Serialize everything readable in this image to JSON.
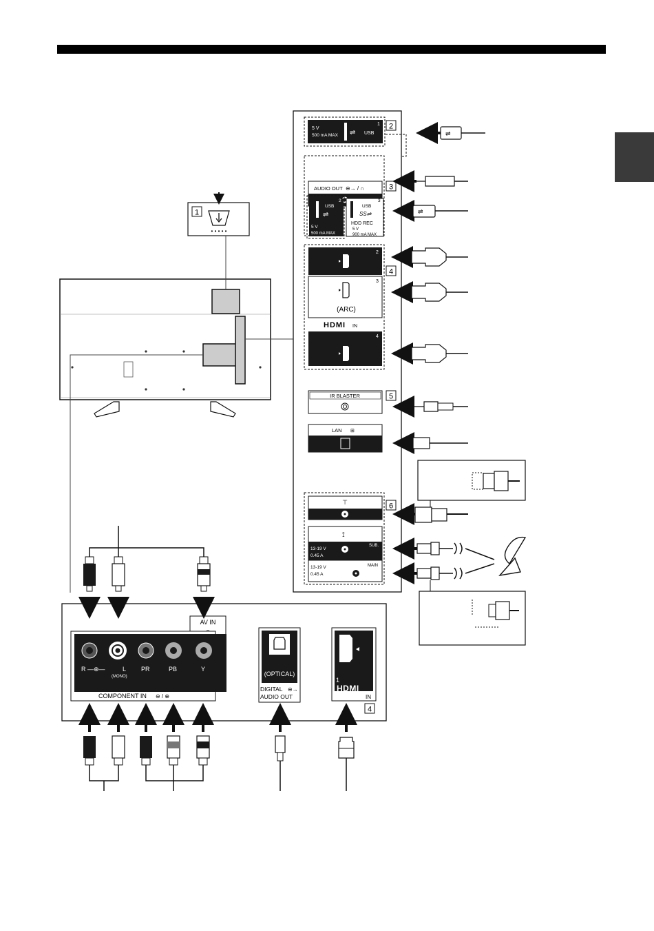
{
  "side_tab": {
    "color": "#3a3a3a"
  },
  "callouts": {
    "c1": "1",
    "c2": "2",
    "c3": "3",
    "c4": "4",
    "c5": "5",
    "c6": "6",
    "c4b": "4"
  },
  "usb1": {
    "voltage": "5 V",
    "current": "500 mA MAX",
    "label": "USB",
    "num": "1"
  },
  "audio_out": {
    "label": "AUDIO OUT",
    "icons": "⊖→ / ∩"
  },
  "usb2": {
    "label": "USB",
    "num": "2",
    "voltage": "5 V",
    "current": "500 mA MAX"
  },
  "usb3": {
    "label": "USB",
    "num": "3",
    "hdd": "HDD REC",
    "voltage": "5 V",
    "current": "900 mA MAX"
  },
  "hdmi_side": {
    "num2": "2",
    "num3": "3",
    "arc": "(ARC)",
    "logo": "HDMI",
    "in": "IN",
    "num4": "4"
  },
  "ir_blaster": {
    "label": "IR BLASTER"
  },
  "lan": {
    "label": "LAN"
  },
  "satellite": {
    "voltage": "13-19 V",
    "current": "0.45 A",
    "sub": "SUB.",
    "main": "MAIN"
  },
  "av_panel": {
    "av_in": "AV IN",
    "r": "R",
    "l": "L",
    "mono": "(MONO)",
    "pr": "PR",
    "pb": "PB",
    "y": "Y",
    "component_in": "COMPONENT IN",
    "optical": "(OPTICAL)",
    "digital": "DIGITAL",
    "audio_out": "AUDIO OUT",
    "hdmi_num": "1",
    "hdmi_logo": "HDMI",
    "hdmi_in": "IN"
  }
}
